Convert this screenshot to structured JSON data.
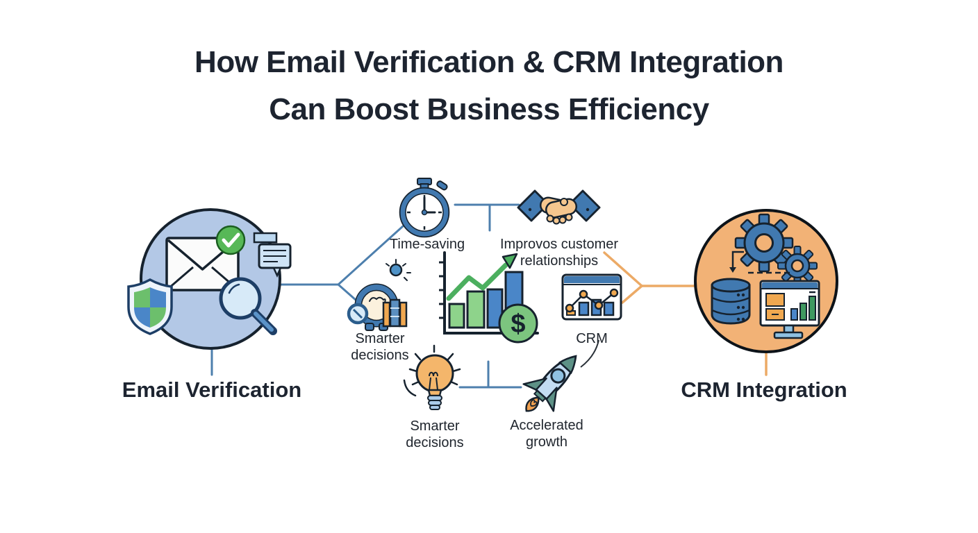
{
  "title": {
    "line1": "How Email Verification & CRM Integration",
    "line2": "Can Boost Business Efficiency"
  },
  "nodes": {
    "email_verification": {
      "label": "Email Verification"
    },
    "crm_integration": {
      "label": "CRM Integration"
    }
  },
  "benefits": {
    "time_saving": {
      "label": "Time-saving"
    },
    "improves_customer_relationships": {
      "label": "Improvos customer relationships"
    },
    "smarter_decisions_upper": {
      "label": "Smarter decisions"
    },
    "crm": {
      "label": "CRM"
    },
    "smarter_decisions_lower": {
      "label": "Smarter decisions"
    },
    "accelerated_growth": {
      "label": "Accelerated growth"
    }
  },
  "icons": {
    "dollar_symbol": "$"
  },
  "colors": {
    "title_text": "#1d2430",
    "label_text": "#20262e",
    "left_circle_fill": "#b3c8e6",
    "left_circle_stroke": "#16222e",
    "right_circle_fill": "#f2b276",
    "right_circle_stroke": "#0d1319",
    "blue_connector": "#4d7fad",
    "orange_connector": "#ecaa66",
    "icon_blue": "#4179b0",
    "icon_green": "#6cbf6c",
    "icon_orange": "#f0a850"
  }
}
